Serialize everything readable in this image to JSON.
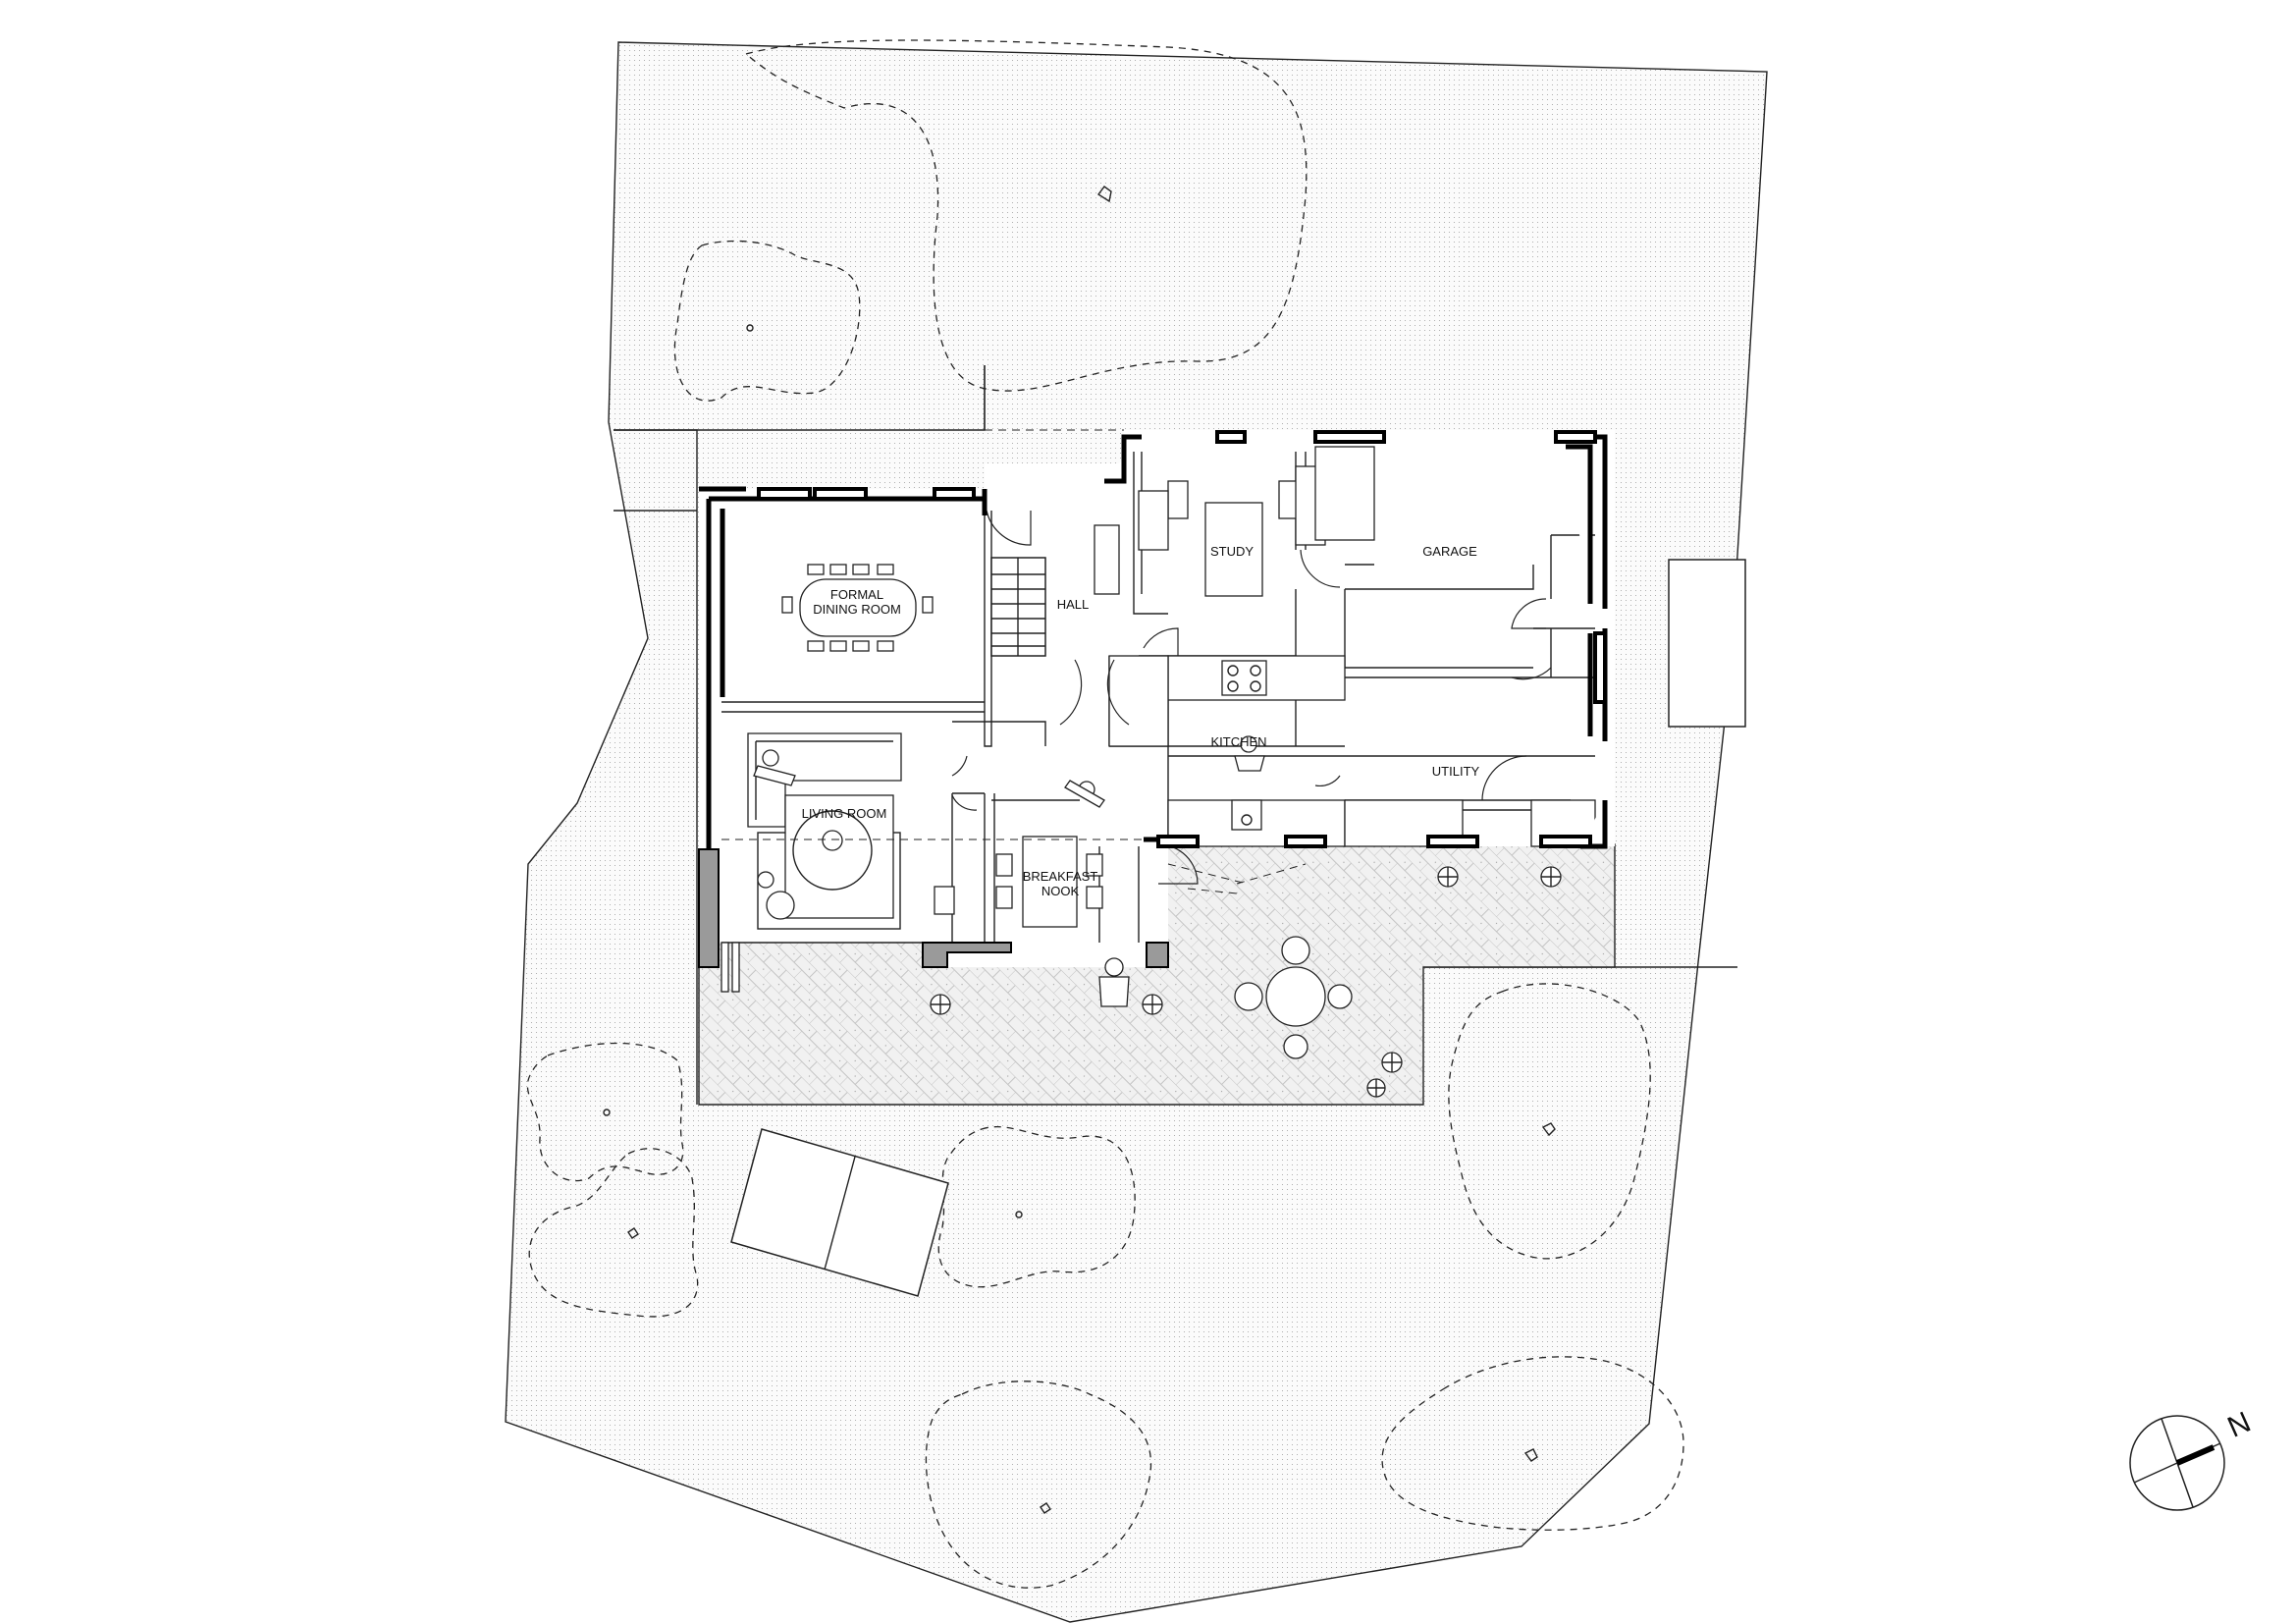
{
  "rooms": {
    "formal_dining": "FORMAL\nDINING ROOM",
    "hall": "HALL",
    "study": "STUDY",
    "garage": "GARAGE",
    "kitchen": "KITCHEN",
    "utility": "UTILITY",
    "living_room": "LIVING ROOM",
    "breakfast_nook": "BREAKFAST\nNOOK"
  },
  "north_arrow": {
    "label": "N",
    "icon": "north-arrow-icon"
  }
}
